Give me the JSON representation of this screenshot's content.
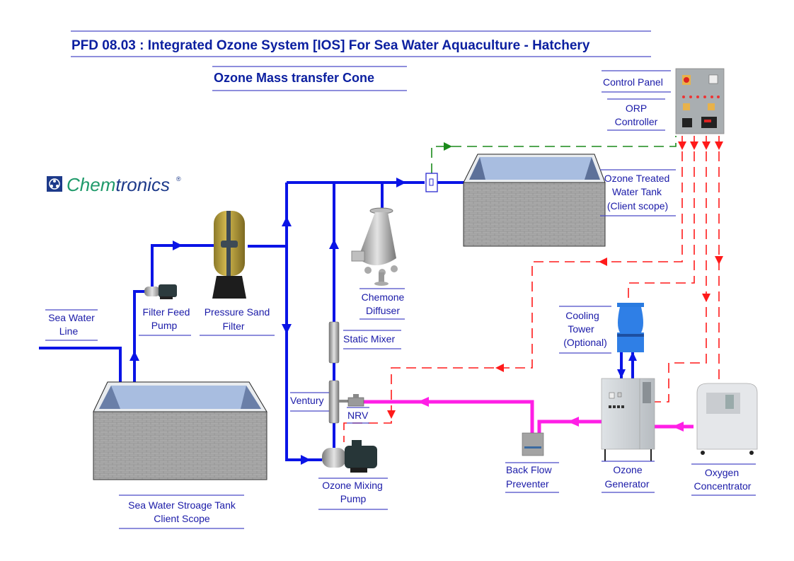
{
  "header": {
    "title": "PFD 08.03 : Integrated Ozone System [IOS] For Sea Water Aquaculture - Hatchery",
    "subtitle": "Ozone Mass transfer Cone"
  },
  "logo": {
    "brand_part1": "Chem",
    "brand_part2": "tronics",
    "registered": "®",
    "color_primary": "#1f9a6a",
    "color_secondary": "#1d3a8a"
  },
  "labels": {
    "control_panel": "Control Panel",
    "orp_controller": [
      "ORP",
      "Controller"
    ],
    "ozone_treated_tank": [
      "Ozone Treated",
      "Water Tank",
      "(Client scope)"
    ],
    "sea_water_line": [
      "Sea Water",
      "Line"
    ],
    "filter_feed_pump": [
      "Filter Feed",
      "Pump"
    ],
    "pressure_sand_filter": [
      "Pressure Sand",
      "Filter"
    ],
    "chemone_diffuser": [
      "Chemone",
      "Diffuser"
    ],
    "static_mixer": "Static Mixer",
    "venturi": "Ventury",
    "nrv": "NRV",
    "ozone_mixing_pump": [
      "Ozone Mixing",
      "Pump"
    ],
    "storage_tank": [
      "Sea Water Stroage Tank",
      "Client Scope"
    ],
    "cooling_tower": [
      "Cooling",
      "Tower",
      "(Optional)"
    ],
    "back_flow_preventer": [
      "Back Flow",
      "Preventer"
    ],
    "ozone_generator": [
      "Ozone",
      "Generator"
    ],
    "oxygen_concentrator": [
      "Oxygen",
      "Concentrator"
    ]
  },
  "line_colors": {
    "water": "#0a14e6",
    "ozone_gas": "#ff1ee6",
    "control_signal": "#ff1a1a",
    "orp_sensor": "#1a8a1a"
  }
}
